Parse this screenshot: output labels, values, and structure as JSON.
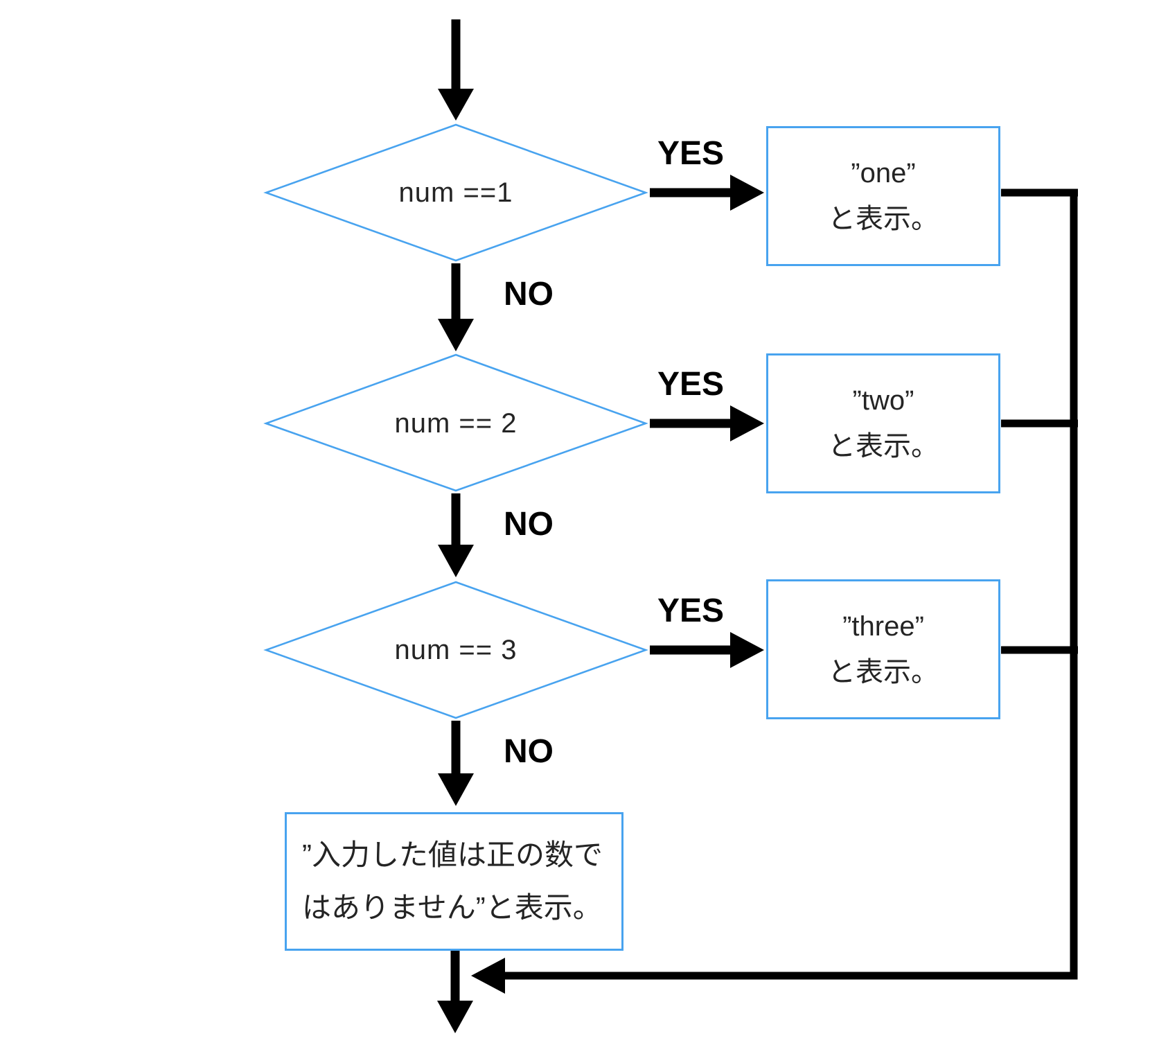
{
  "flow": {
    "colors": {
      "shape_blue": "#48a3ef",
      "arrow_black": "#000000"
    },
    "decisions": [
      {
        "condition": "num ==1",
        "yes_label": "YES",
        "no_label": "NO",
        "result_line1": "”one”",
        "result_line2": "と表示。"
      },
      {
        "condition": "num == 2",
        "yes_label": "YES",
        "no_label": "NO",
        "result_line1": "”two”",
        "result_line2": "と表示。"
      },
      {
        "condition": "num == 3",
        "yes_label": "YES",
        "no_label": "NO",
        "result_line1": "”three”",
        "result_line2": "と表示。"
      }
    ],
    "else_box": {
      "line1": "”入力した値は正の数で",
      "line2": "はありません”と表示。"
    }
  }
}
